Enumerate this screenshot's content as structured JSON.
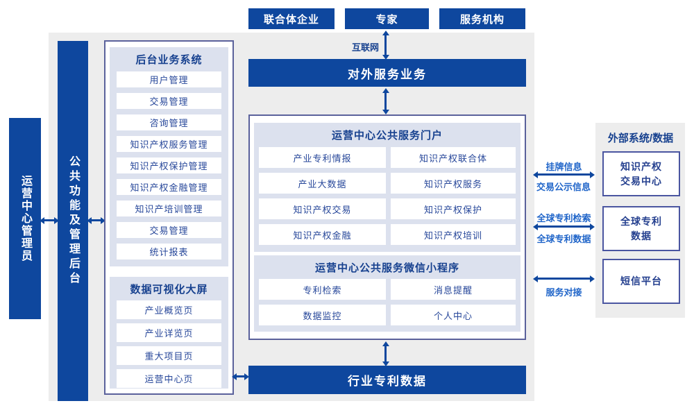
{
  "colors": {
    "primary_blue": "#0e479e",
    "panel_lavender": "#dce1ee",
    "background_gray": "#ededed",
    "border_navy": "#5a619b",
    "item_text_blue": "#27479a",
    "link_label_blue": "#2065c9"
  },
  "top_actors": [
    "联合体企业",
    "专家",
    "服务机构"
  ],
  "internet_label": "互联网",
  "external_service_bar": "对外服务业务",
  "admin_bar": "运营中心管理员",
  "backend_bar": "公共功能及管理后台",
  "backend_system": {
    "title": "后台业务系统",
    "items": [
      "用户管理",
      "交易管理",
      "咨询管理",
      "知识产权服务管理",
      "知识产权保护管理",
      "知识产权金融管理",
      "知识产培训管理",
      "交易管理",
      "统计报表"
    ]
  },
  "data_screen": {
    "title": "数据可视化大屏",
    "items": [
      "产业概览页",
      "产业详览页",
      "重大项目页",
      "运营中心页"
    ]
  },
  "portal": {
    "title": "运营中心公共服务门户",
    "items": [
      "产业专利情报",
      "知识产权联合体",
      "产业大数据",
      "知识产权服务",
      "知识产权交易",
      "知识产权保护",
      "知识产权金融",
      "知识产权培训"
    ]
  },
  "miniprogram": {
    "title": "运营中心公共服务微信小程序",
    "items": [
      "专利检索",
      "消息提醒",
      "数据监控",
      "个人中心"
    ]
  },
  "industry_patent_bar": "行业专利数据",
  "external_panel": {
    "title": "外部系统/数据",
    "systems": [
      "知识产权\n交易中心",
      "全球专利\n数据",
      "短信平台"
    ]
  },
  "link_labels": {
    "listing_info": "挂牌信息",
    "trade_public_info": "交易公示信息",
    "global_patent_search": "全球专利检索",
    "global_patent_data": "全球专利数据",
    "service_connect": "服务对接"
  }
}
